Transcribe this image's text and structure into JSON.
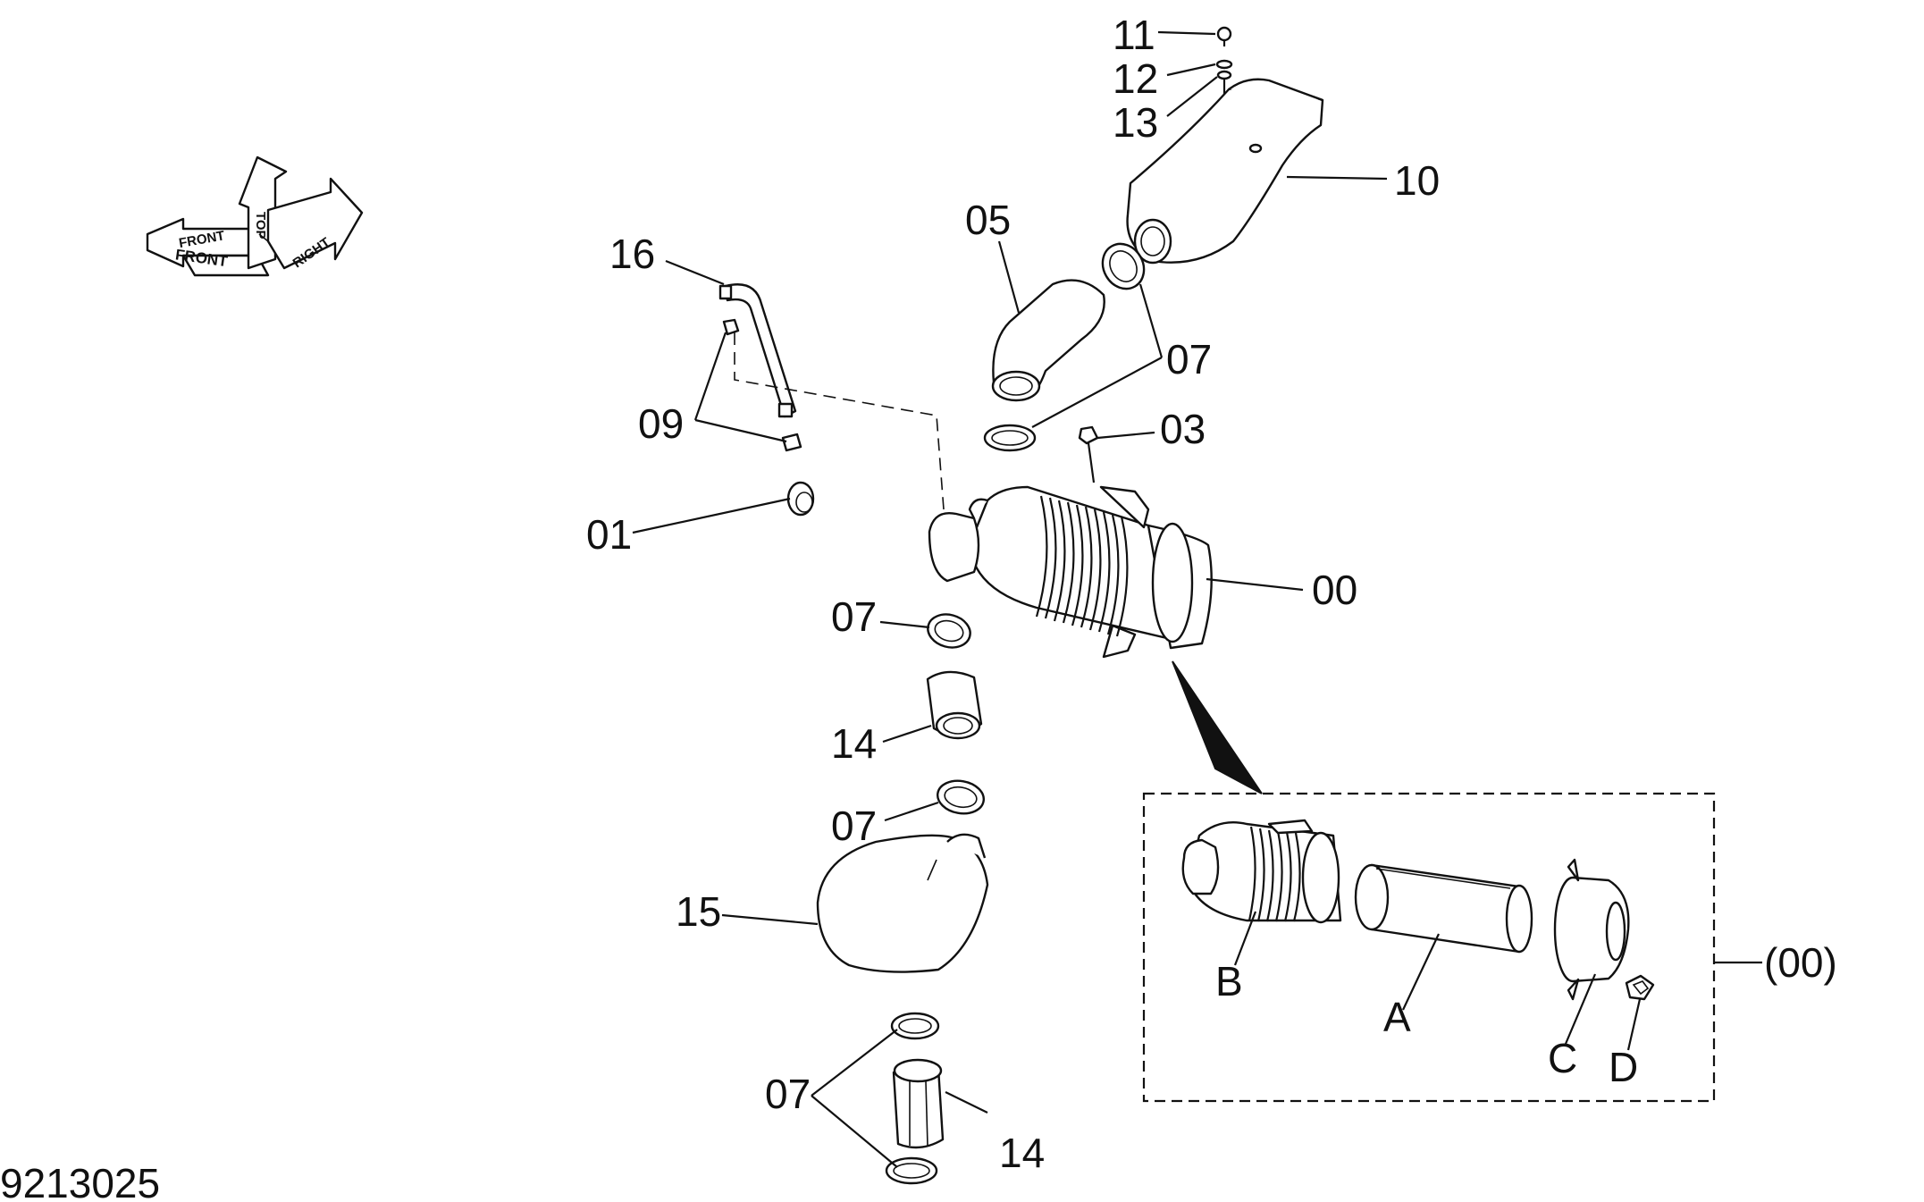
{
  "drawing_number": "9213025",
  "orientation": {
    "front": "FRONT",
    "top": "TOP",
    "right": "RIGHT"
  },
  "callouts": {
    "c11": "11",
    "c12": "12",
    "c13": "13",
    "c10": "10",
    "c05": "05",
    "c16": "16",
    "c07_upper": "07",
    "c09": "09",
    "c03": "03",
    "c01": "01",
    "c00": "00",
    "c07_mid": "07",
    "c14_upper": "14",
    "c07_lower": "07",
    "c15": "15",
    "c07_bottom": "07",
    "c14_lower": "14"
  },
  "detail": {
    "reference": "(00)",
    "sub_parts": {
      "a": "A",
      "b": "B",
      "c": "C",
      "d": "D"
    }
  }
}
